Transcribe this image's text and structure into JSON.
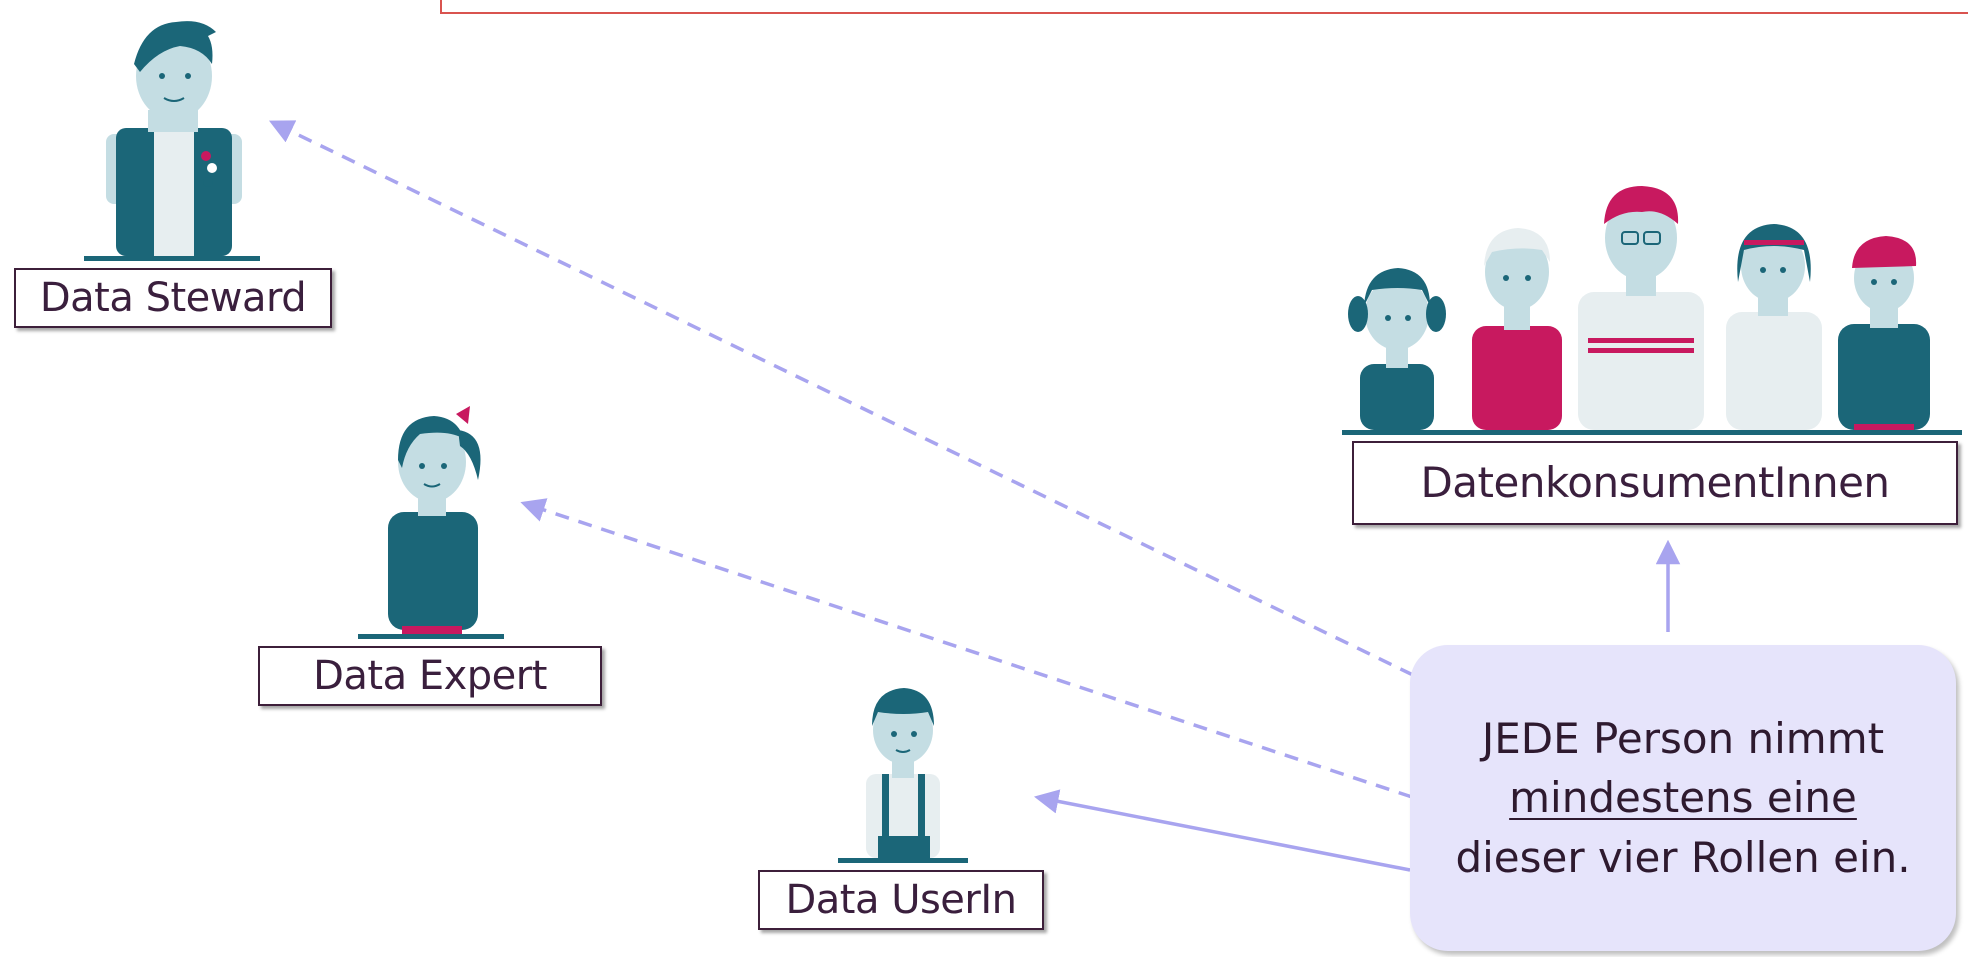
{
  "roles": {
    "steward": "Data Steward",
    "expert": "Data Expert",
    "user": "Data UserIn",
    "consumers": "DatenkonsumentInnen"
  },
  "note": {
    "line1": "JEDE Person nimmt",
    "line2": "mindestens eine",
    "line3": "dieser vier Rollen ein."
  },
  "colors": {
    "teal": "#1b6678",
    "magenta": "#c8195f",
    "skin": "#c4dde3",
    "arrow": "#a8a4ef",
    "note_bg": "#e6e4fb",
    "label_text": "#3a1f3d"
  }
}
